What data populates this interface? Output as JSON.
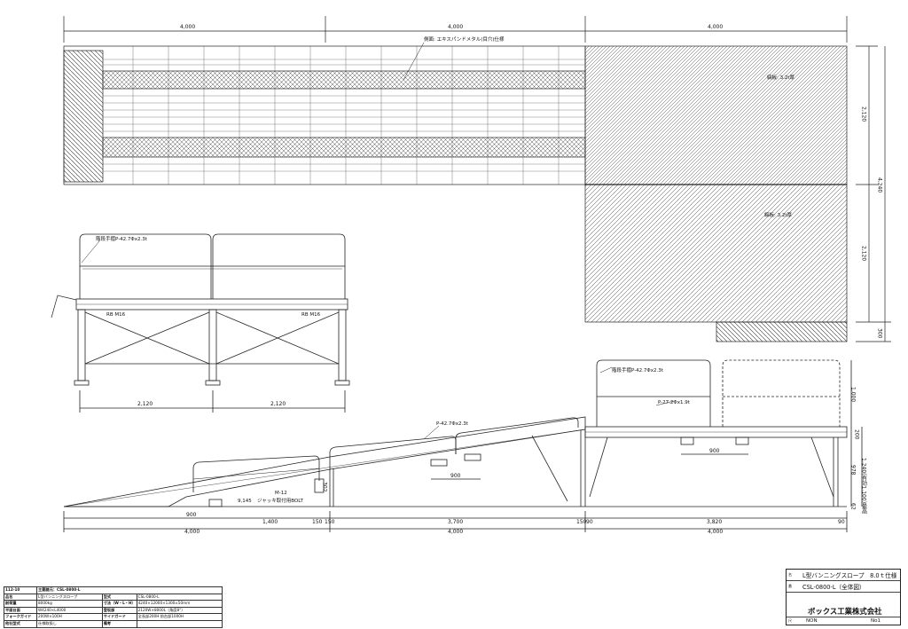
{
  "dimensions": {
    "top_spans": [
      "4,000",
      "4,000",
      "4,000"
    ],
    "right_heights": [
      "2,120",
      "2,120",
      "4,240",
      "300"
    ],
    "front_widths": [
      "2,120",
      "2,120"
    ],
    "side_bottom_spans": [
      "900",
      "1,400",
      "150",
      "150",
      "3,700",
      "150",
      "90",
      "3,820",
      "90"
    ],
    "side_total_spans": [
      "4,000",
      "4,000",
      "4,000"
    ],
    "support_spacing": [
      "900",
      "900"
    ],
    "vertical_dims": [
      "1,000",
      "200",
      "978",
      "1,240(有効1,100)最高",
      "62"
    ],
    "ramp_height": "302"
  },
  "annotations": {
    "plan_cover": "側面: エキスパンドメタル(目穴)仕様",
    "plan_grating_1": "縞板: 3.2t厚",
    "plan_grating_2": "縞板: 3.2t厚",
    "front_handrail": "階段手摺P-42.7Φx2.3t",
    "front_brace_left": "RB M16",
    "front_brace_right": "RB M16",
    "side_handrail_1": "P-42.7Φx2.3t",
    "side_handrail_2": "階段手摺P-42.7Φx2.3t",
    "side_post": "P-27.2Φx1.9t",
    "side_bolt": "M-12",
    "side_bolt_note": "ジャッキ取付用BOLT",
    "side_length": "9,145"
  },
  "spec_table": {
    "header": [
      "112-10",
      "主要諸元：CSL-0800-L"
    ],
    "rows": [
      [
        "品名",
        "L型バンニングスロープ",
        "型式",
        "CSL-0800-L"
      ],
      [
        "耐荷重",
        "8000kg",
        "寸法（W・L・H）",
        "4240×12000×1300±50mm"
      ],
      [
        "平面台面",
        "W4240×L4000",
        "登坂部",
        "2120W×8000L（角度8°）"
      ],
      [
        "フォークガイド",
        "200W×100H",
        "サイドガード",
        "全長部200H 前台部1000H"
      ],
      [
        "他社型式",
        "仕様取扱し",
        "備考",
        ""
      ]
    ]
  },
  "title_block": {
    "name_caption": "名",
    "name": "L型バンニングスロープ　8.0ｔ仕様",
    "model_caption": "番",
    "model": "CSL-0800-L（全体図）",
    "company": "ボックス工業株式会社",
    "scale_caption": "尺",
    "scale": "NON",
    "sheet_no": "No1"
  }
}
